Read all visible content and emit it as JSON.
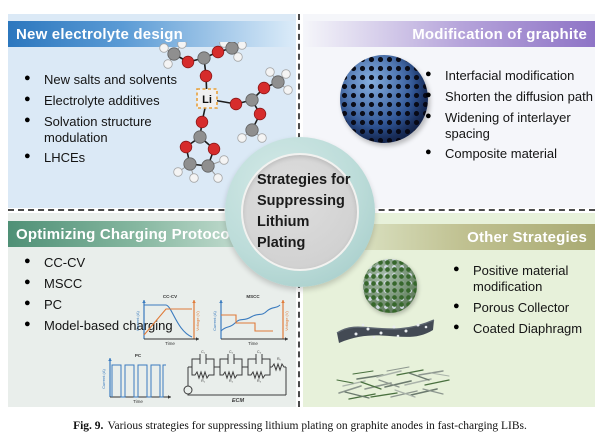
{
  "figure": {
    "caption_label": "Fig. 9.",
    "caption_text": "Various strategies for suppressing lithium plating on graphite anodes in fast-charging LIBs."
  },
  "center": {
    "line1": "Strategies for",
    "line2": "Suppressing",
    "line3": "Lithium Plating"
  },
  "quadrants": {
    "electrolyte": {
      "title": "New electrolyte design",
      "accent": "#2c77be",
      "bullets": [
        "New salts and solvents",
        "Electrolyte additives",
        "Solvation structure modulation",
        "LHCEs"
      ],
      "image": "li-solvation-structure",
      "ion_label": "Li"
    },
    "graphite": {
      "title": "Modification of graphite",
      "accent": "#8e74c6",
      "bullets": [
        "Interfacial modification",
        "Shorten the diffusion path",
        "Widening of interlayer spacing",
        "Composite material"
      ],
      "image": "porous-graphite-sphere"
    },
    "charging": {
      "title": "Optimizing Charging Protocols",
      "accent": "#4f9076",
      "bullets": [
        "CC-CV",
        "MSCC",
        "PC",
        "Model-based charging"
      ],
      "images": [
        "cc-cv-curve",
        "mscc-curve",
        "pulse-charging-curve",
        "equivalent-circuit-model"
      ]
    },
    "other": {
      "title": "Other Strategies",
      "accent": "#a9aa73",
      "bullets": [
        "Positive material modification",
        "Porous Collector",
        "Coated Diaphragm"
      ],
      "images": [
        "cathode-particle",
        "porous-collector-sheet",
        "coated-diaphragm-mat"
      ]
    }
  },
  "charts": {
    "colors": {
      "current": "#3a7bbf",
      "voltage": "#e07b39"
    },
    "cccv": {
      "title": "CC-CV",
      "y_left": "Current (A)",
      "y_right": "Voltage (V)",
      "x": "Time"
    },
    "mscc": {
      "title": "MSCC",
      "y_left": "Current (A)",
      "y_right": "Voltage (V)",
      "x": "Time"
    },
    "pc": {
      "title": "PC",
      "y_left": "Current (A)",
      "x": "Time"
    },
    "ecm": {
      "title": "ECM",
      "capacitors": [
        "C₁",
        "C₂",
        "C₃"
      ],
      "resistors": [
        "R₁",
        "R₂",
        "R₃"
      ],
      "series_resistor": "R₀"
    }
  }
}
